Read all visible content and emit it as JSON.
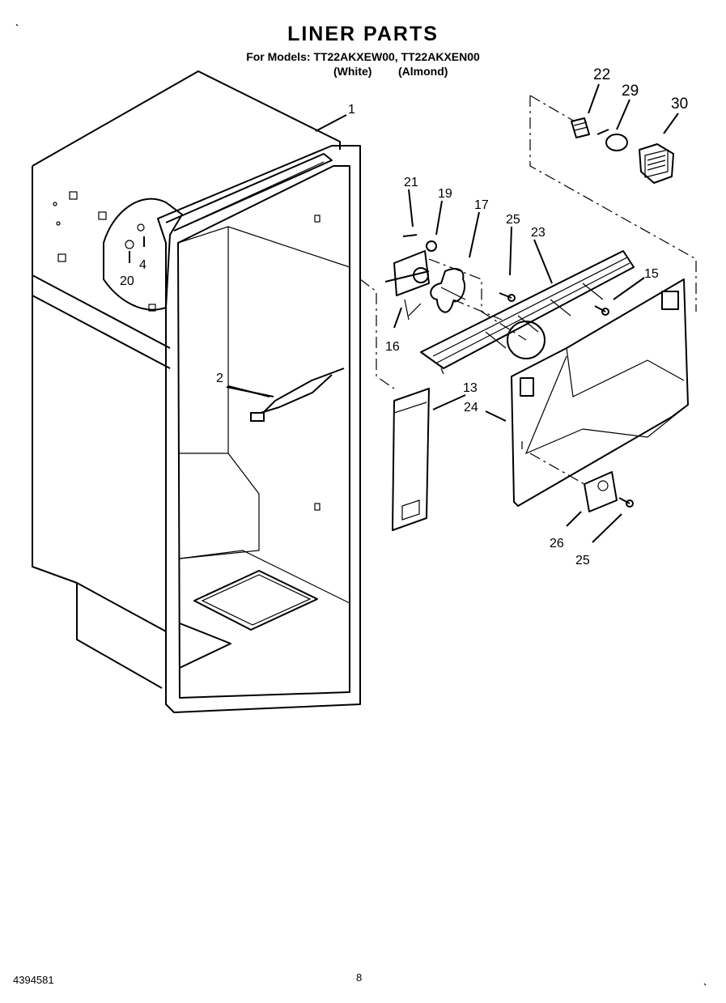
{
  "header": {
    "title": "LINER PARTS",
    "models": "For Models: TT22AKXEW00, TT22AKXEN00",
    "color_white": "(White)",
    "color_almond": "(Almond)"
  },
  "callouts": {
    "c1": "1",
    "c2": "2",
    "c4": "4",
    "c13": "13",
    "c15": "15",
    "c16": "16",
    "c17": "17",
    "c19": "19",
    "c20": "20",
    "c21": "21",
    "c22": "22",
    "c23": "23",
    "c24": "24",
    "c25a": "25",
    "c25b": "25",
    "c26": "26",
    "c29": "29",
    "c30": "30"
  },
  "footer": {
    "doc_number": "4394581",
    "page_number": "8"
  }
}
